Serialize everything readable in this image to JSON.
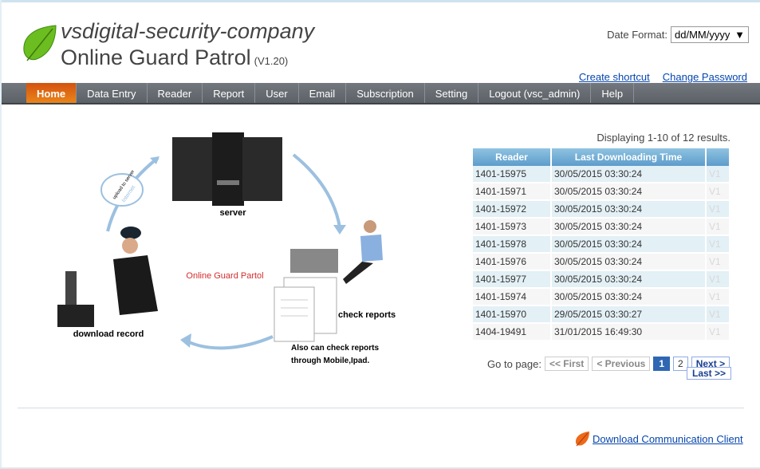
{
  "header": {
    "company": "vsdigital-security-company",
    "product": "Online Guard Patrol",
    "version": "(V1.20)",
    "date_format_label": "Date Format:",
    "date_format_value": "dd/MM/yyyy",
    "links": [
      "Create shortcut",
      "Change Password"
    ]
  },
  "nav": {
    "items": [
      "Home",
      "Data Entry",
      "Reader",
      "Report",
      "User",
      "Email",
      "Subscription",
      "Setting",
      "Logout (vsc_admin)",
      "Help"
    ],
    "active": "Home"
  },
  "illustration": {
    "server": "server",
    "cloud_top": "upload to server",
    "cloud_bottom": "Internet",
    "center": "Online Guard Partol",
    "download": "download record",
    "check": "check reports",
    "mobile_line1": "Also can check reports",
    "mobile_line2": "through Mobile,Ipad."
  },
  "table": {
    "status": "Displaying 1-10 of 12 results.",
    "headers": [
      "Reader",
      "Last Downloading Time",
      ""
    ],
    "rows": [
      [
        "1401-15975",
        "30/05/2015 03:30:24",
        "V1"
      ],
      [
        "1401-15971",
        "30/05/2015 03:30:24",
        "V1"
      ],
      [
        "1401-15972",
        "30/05/2015 03:30:24",
        "V1"
      ],
      [
        "1401-15973",
        "30/05/2015 03:30:24",
        "V1"
      ],
      [
        "1401-15978",
        "30/05/2015 03:30:24",
        "V1"
      ],
      [
        "1401-15976",
        "30/05/2015 03:30:24",
        "V1"
      ],
      [
        "1401-15977",
        "30/05/2015 03:30:24",
        "V1"
      ],
      [
        "1401-15974",
        "30/05/2015 03:30:24",
        "V1"
      ],
      [
        "1401-15970",
        "29/05/2015 03:30:27",
        "V1"
      ],
      [
        "1404-19491",
        "31/01/2015 16:49:30",
        "V1"
      ]
    ]
  },
  "pager": {
    "label": "Go to page:",
    "first": "<< First",
    "prev": "< Previous",
    "pages": [
      "1",
      "2"
    ],
    "current": "1",
    "next": "Next >",
    "last": "Last >>"
  },
  "footer": {
    "download_link": "Download Communication Client"
  },
  "colors": {
    "nav": "#6b7077",
    "active": "#e0701a",
    "link": "#0645ad",
    "header": "#6fadd6"
  }
}
